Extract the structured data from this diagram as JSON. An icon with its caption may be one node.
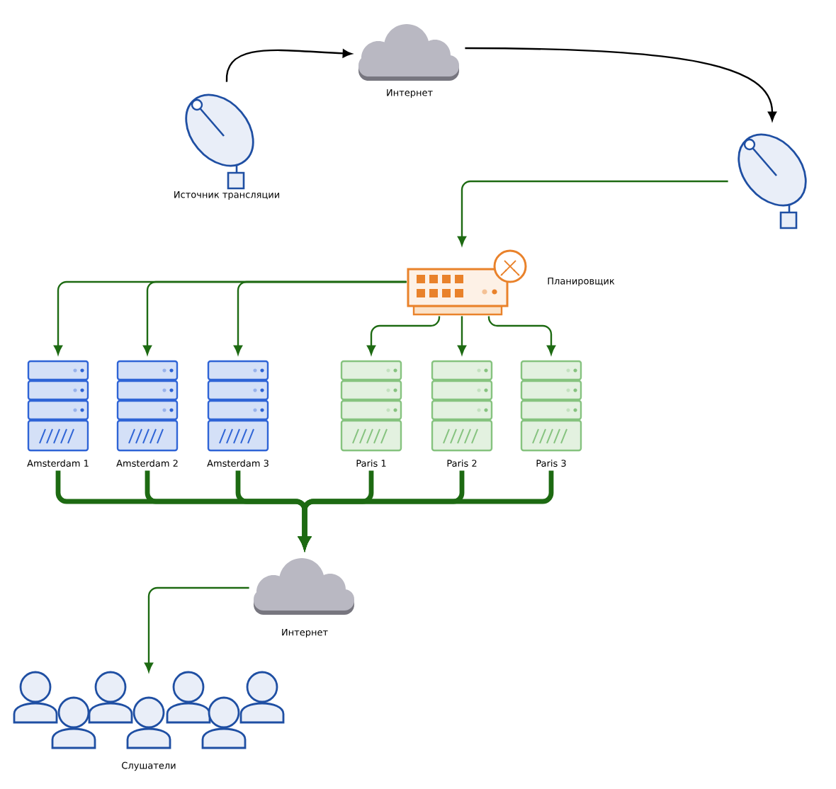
{
  "diagram": {
    "nodes": [
      {
        "text": [
          "Источник трансляции"
        ]
      },
      {
        "text": [
          "Интернет"
        ]
      },
      {
        "text": [],
        "shape": "picture"
      },
      {
        "text": [
          "Планировщик"
        ]
      },
      {
        "text": [
          "Amsterdam 1"
        ]
      },
      {
        "text": [
          "Amsterdam 2"
        ]
      },
      {
        "text": [
          "Amsterdam 3"
        ]
      },
      {
        "text": [
          "Paris 1"
        ]
      },
      {
        "text": [
          "Paris 2"
        ]
      },
      {
        "text": [
          "Paris 3"
        ]
      },
      {
        "text": [
          "Интернет"
        ]
      },
      {
        "text": [
          "Слушатели"
        ]
      }
    ],
    "edges": [
      {
        "from": 0,
        "to": 1,
        "arrow": "to",
        "color": "#000000"
      },
      {
        "from": 1,
        "to": 2,
        "arrow": "to",
        "color": "#000000"
      },
      {
        "from": 2,
        "to": 3,
        "arrow": "to"
      },
      {
        "from": 3,
        "to": 4,
        "arrow": "to"
      },
      {
        "from": 3,
        "to": 5,
        "arrow": "to"
      },
      {
        "from": 3,
        "to": 6,
        "arrow": "to"
      },
      {
        "from": 3,
        "to": 7,
        "arrow": "to"
      },
      {
        "from": 3,
        "to": 8,
        "arrow": "to"
      },
      {
        "from": 3,
        "to": 9,
        "arrow": "to"
      },
      {
        "from": 4,
        "to": 10,
        "arrow": "to",
        "style": "thick"
      },
      {
        "from": 5,
        "to": 10,
        "arrow": "to",
        "style": "thick"
      },
      {
        "from": 6,
        "to": 10,
        "arrow": "to",
        "style": "thick"
      },
      {
        "from": 7,
        "to": 10,
        "arrow": "to",
        "style": "thick"
      },
      {
        "from": 8,
        "to": 10,
        "arrow": "to",
        "style": "thick"
      },
      {
        "from": 9,
        "to": 10,
        "arrow": "to",
        "style": "thick"
      },
      {
        "from": 10,
        "to": 11,
        "arrow": "to"
      }
    ]
  }
}
